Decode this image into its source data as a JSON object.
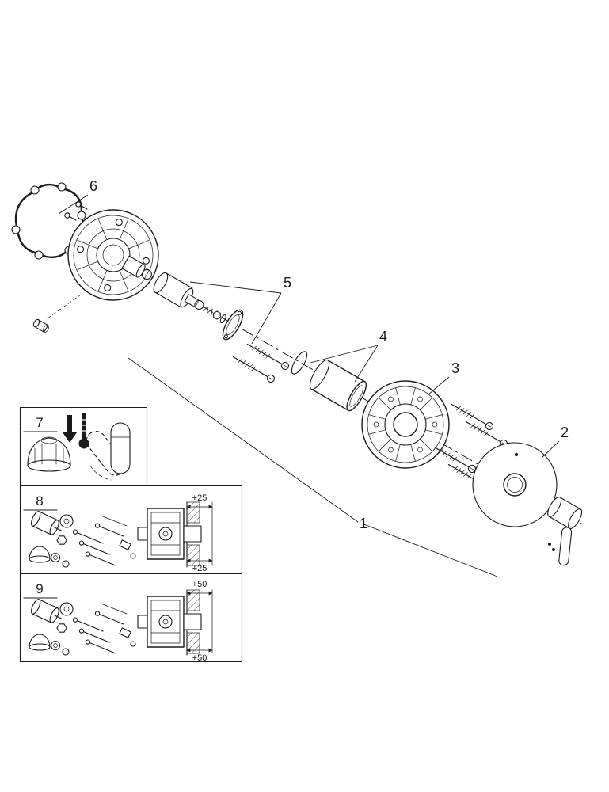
{
  "colors": {
    "ink": "#1a1a1a",
    "background": "#ffffff"
  },
  "diagram": {
    "type": "exploded-parts-diagram",
    "callouts": {
      "c1": "1",
      "c2": "2",
      "c3": "3",
      "c4": "4",
      "c5": "5",
      "c6": "6"
    },
    "insets": {
      "box7": {
        "label": "7"
      },
      "box8": {
        "label": "8",
        "dim_top": "+25",
        "dim_bottom": "+25"
      },
      "box9": {
        "label": "9",
        "dim_top": "+50",
        "dim_bottom": "+50"
      }
    }
  }
}
